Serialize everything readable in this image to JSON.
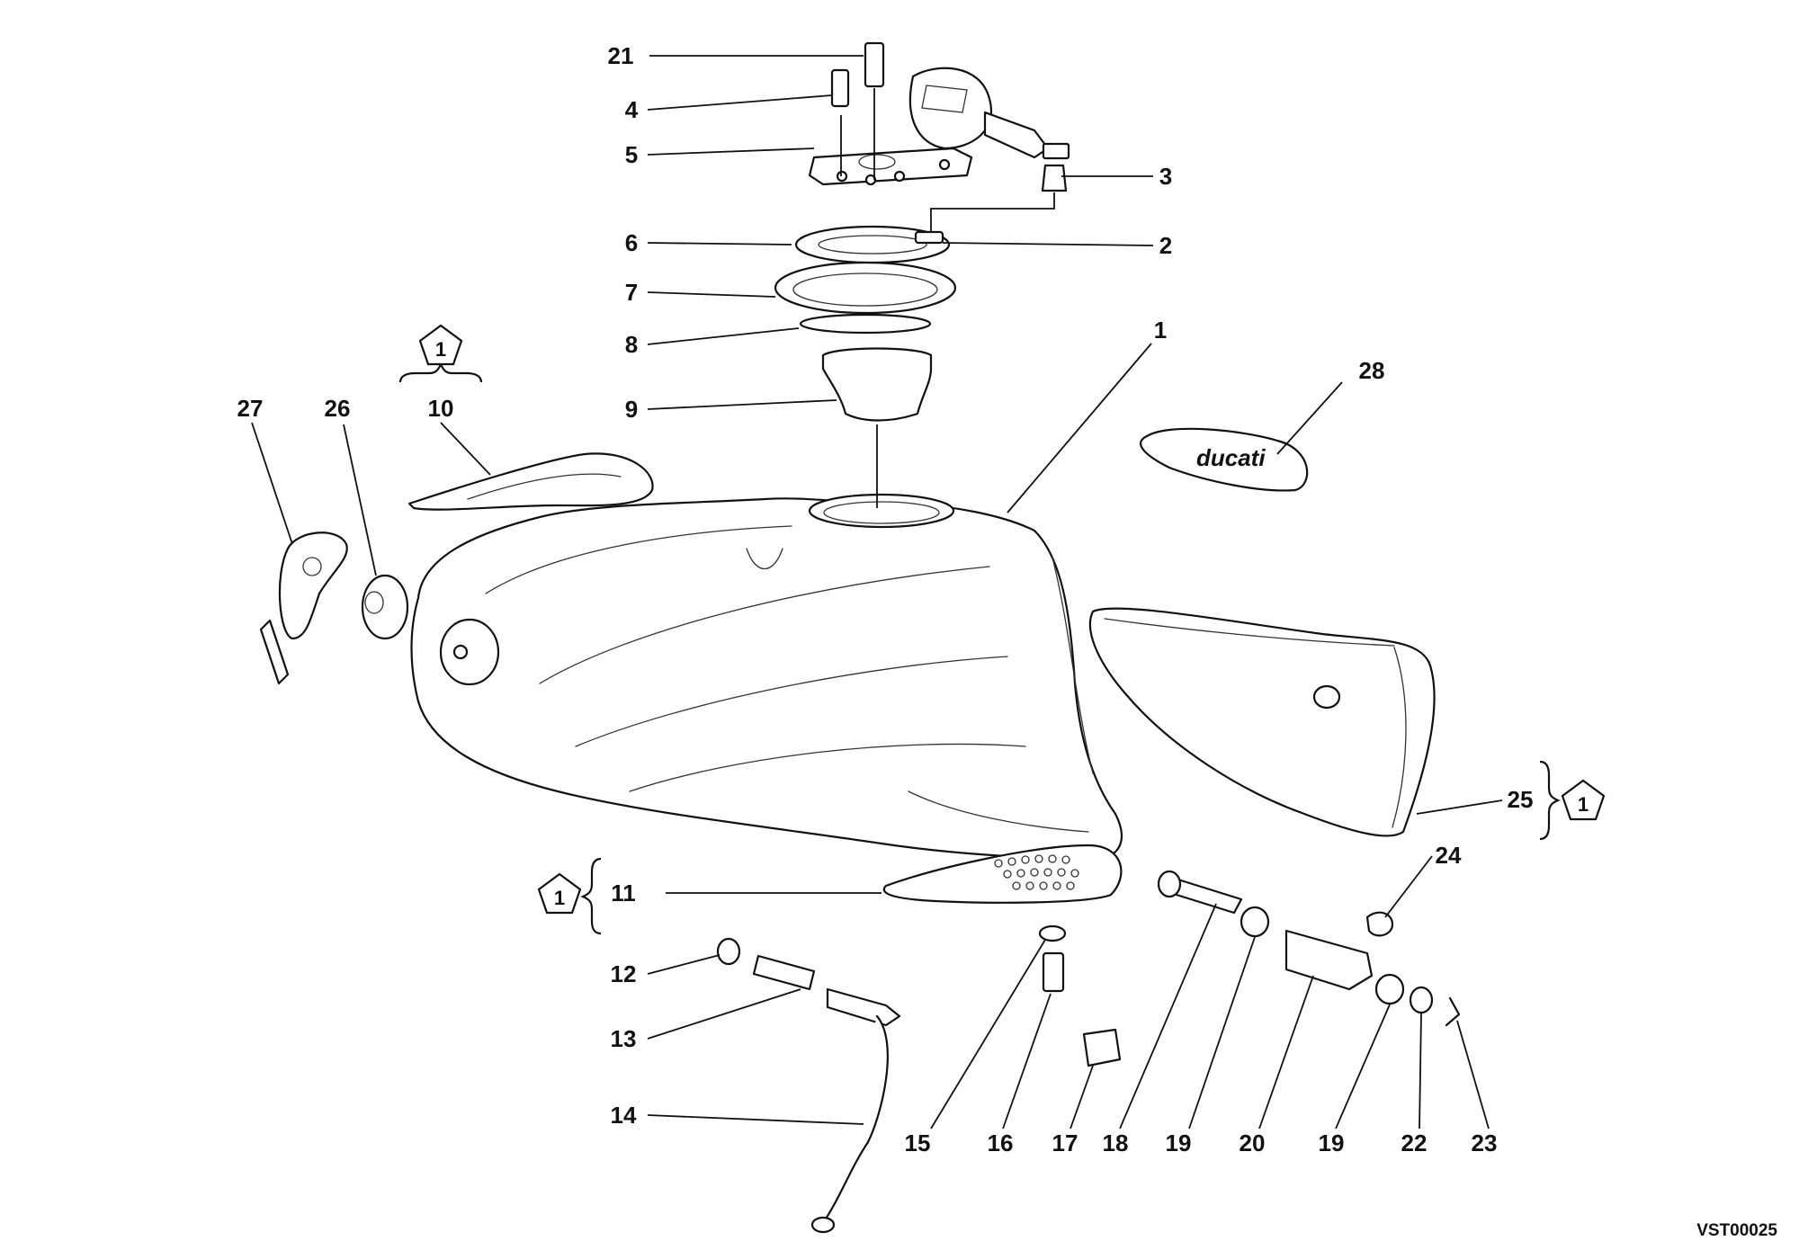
{
  "drawing_code": "VST00025",
  "emblem_text": "ducati",
  "callouts": [
    {
      "id": "c21",
      "text": "21"
    },
    {
      "id": "c4",
      "text": "4"
    },
    {
      "id": "c5",
      "text": "5"
    },
    {
      "id": "c6",
      "text": "6"
    },
    {
      "id": "c7",
      "text": "7"
    },
    {
      "id": "c8",
      "text": "8"
    },
    {
      "id": "c9",
      "text": "9"
    },
    {
      "id": "c3",
      "text": "3"
    },
    {
      "id": "c2",
      "text": "2"
    },
    {
      "id": "c1",
      "text": "1"
    },
    {
      "id": "c28",
      "text": "28"
    },
    {
      "id": "c27",
      "text": "27"
    },
    {
      "id": "c26",
      "text": "26"
    },
    {
      "id": "c10",
      "text": "10"
    },
    {
      "id": "c25",
      "text": "25"
    },
    {
      "id": "c24",
      "text": "24"
    },
    {
      "id": "c11",
      "text": "11"
    },
    {
      "id": "c12",
      "text": "12"
    },
    {
      "id": "c13",
      "text": "13"
    },
    {
      "id": "c14",
      "text": "14"
    },
    {
      "id": "c15",
      "text": "15"
    },
    {
      "id": "c16",
      "text": "16"
    },
    {
      "id": "c17",
      "text": "17"
    },
    {
      "id": "c18",
      "text": "18"
    },
    {
      "id": "c19a",
      "text": "19"
    },
    {
      "id": "c20",
      "text": "20"
    },
    {
      "id": "c19b",
      "text": "19"
    },
    {
      "id": "c22",
      "text": "22"
    },
    {
      "id": "c23",
      "text": "23"
    }
  ],
  "badges": [
    {
      "id": "b10",
      "text": "1"
    },
    {
      "id": "b25",
      "text": "1"
    },
    {
      "id": "b11",
      "text": "1"
    }
  ]
}
